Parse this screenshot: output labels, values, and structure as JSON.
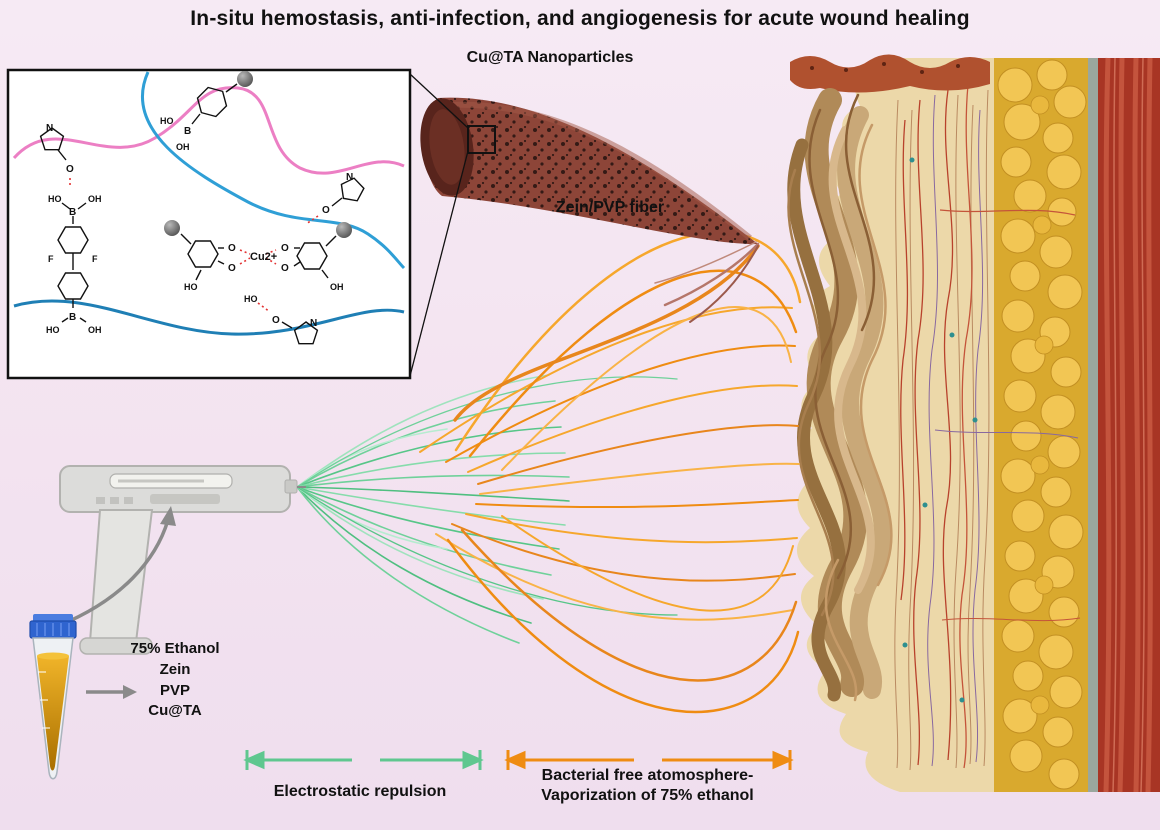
{
  "title": "In-situ hemostasis, anti-infection, and angiogenesis for acute wound healing",
  "labels": {
    "nanoparticles": "Cu@TA Nanoparticles",
    "fiber": "Zein/PVP fiber"
  },
  "solution": {
    "items": [
      "75% Ethanol",
      "Zein",
      "PVP",
      "Cu@TA"
    ]
  },
  "captions": {
    "green": "Electrostatic repulsion",
    "orange1": "Bacterial free atomosphere-",
    "orange2": "Vaporization of 75% ethanol"
  },
  "inset": {
    "cu": "Cu2+",
    "oh": "OH",
    "ho": "HO",
    "b": "B",
    "f": "F",
    "n": "N",
    "o": "O"
  },
  "colors": {
    "background": "#f3e3f0",
    "green_fiber": "#5fc78f",
    "orange_fiber": "#ef8c12",
    "fiber_tube": "#8d4538",
    "fat": "#f2c654",
    "muscle": "#a83524",
    "liquid": "#d88f00",
    "cap_blue": "#2f64cf"
  }
}
